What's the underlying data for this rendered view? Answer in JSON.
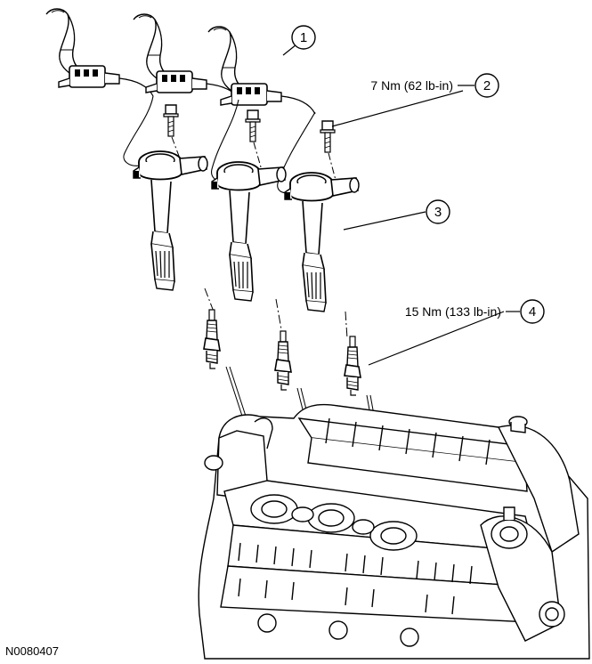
{
  "callouts": [
    {
      "number": "1"
    },
    {
      "number": "2",
      "spec": "7 Nm (62 lb-in)"
    },
    {
      "number": "3"
    },
    {
      "number": "4",
      "spec": "15 Nm (133 lb-in)"
    }
  ],
  "figure_id": "N0080407",
  "colors": {
    "line": "#000000",
    "background": "#ffffff"
  }
}
